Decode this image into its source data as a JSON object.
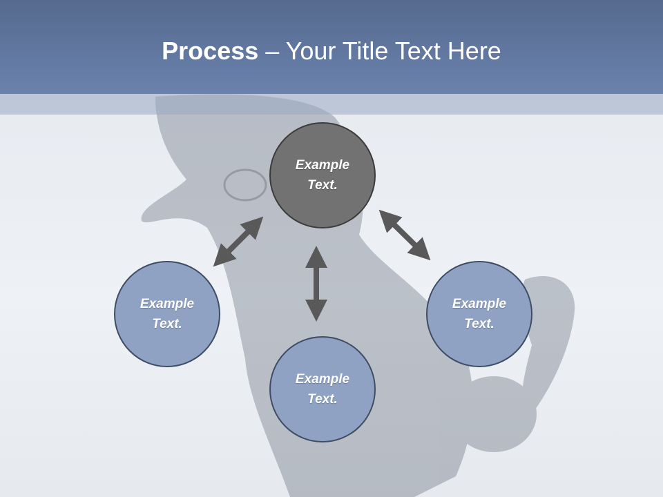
{
  "slide": {
    "title_bold": "Process",
    "title_rest": " – Your Title Text Here"
  },
  "nodes": {
    "top": "Example Text.",
    "left": "Example Text.",
    "right": "Example Text.",
    "bottom": "Example Text."
  },
  "colors": {
    "header": "#6a82ad",
    "node_top": "#727272",
    "node_other": "#8fa2c3",
    "arrow": "#595959"
  }
}
